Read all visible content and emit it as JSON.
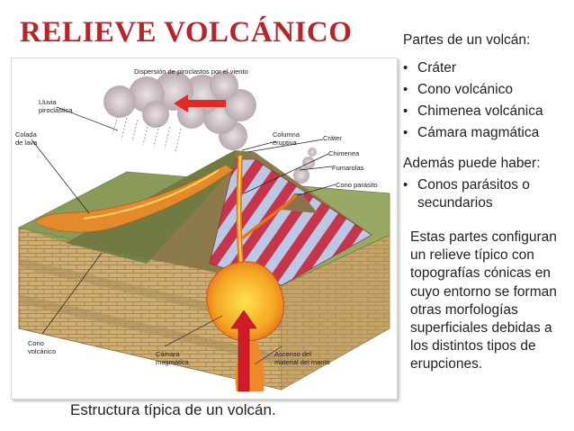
{
  "title": "RELIEVE VOLCÁNICO",
  "figure": {
    "caption": "Estructura típica de un volcán.",
    "labels": {
      "dispersion": "Dispersión de piroclastos por el viento",
      "lluvia": "Lluvia\npiroclástica",
      "colada": "Colada\nde lava",
      "columna": "Columna\neruptiva",
      "crater": "Cráter",
      "chimenea": "Chimenea",
      "fumarolas": "Fumarolas",
      "parasito": "Cono parásito",
      "cono": "Cono\nvolcánico",
      "camara": "Cámara\nmagmática",
      "ascenso": "Ascenso del\nmaterial del manto"
    },
    "colors": {
      "magma": "#f5a623",
      "magma_core": "#ffe14d",
      "stripe_red": "#c8344a",
      "stripe_blue": "#b8c8e6",
      "ground_green": "#8fa05a",
      "soil": "#c8a46a",
      "arrow_red": "#d11b2a"
    }
  },
  "sidebar": {
    "intro": "Partes de un volcán:",
    "parts": [
      "Cráter",
      "Cono volcánico",
      "Chimenea volcánica",
      "Cámara magmática"
    ],
    "also_label": "Además puede haber:",
    "extras": [
      "Conos parásitos o secundarios"
    ],
    "paragraph": "Estas partes configuran un relieve típico con topografías cónicas en cuyo entorno se forman otras morfologías superficiales debidas a los distintos tipos de erupciones."
  }
}
